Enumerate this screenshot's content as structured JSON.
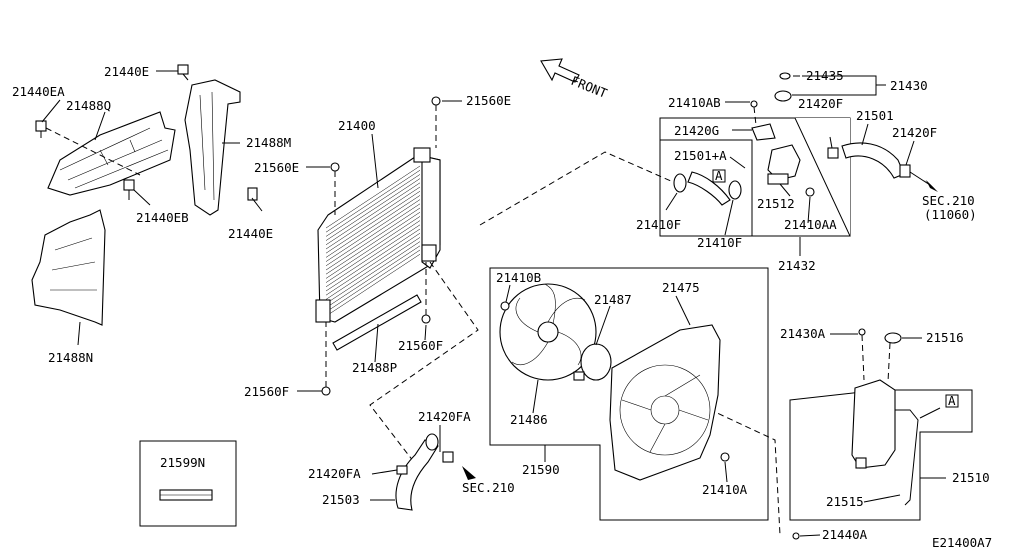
{
  "diagram": {
    "front_label": "FRONT",
    "ref_code": "E21400A7",
    "box_marker": "A",
    "labels": {
      "p21440EA": "21440EA",
      "p21488Q": "21488Q",
      "p21440E_top": "21440E",
      "p21488M": "21488M",
      "p21440EB": "21440EB",
      "p21440E_bottom": "21440E",
      "p21488N": "21488N",
      "p21400": "21400",
      "p21560E_top": "21560E",
      "p21560E_left": "21560E",
      "p21560F_mid": "21560F",
      "p21488P": "21488P",
      "p21560F_low": "21560F",
      "p21435": "21435",
      "p21430": "21430",
      "p21410AB": "21410AB",
      "p21420F_a": "21420F",
      "p21501": "21501",
      "p21420F_b": "21420F",
      "p21420G": "21420G",
      "p21501A": "21501+A",
      "p21410F_a": "21410F",
      "p21512": "21512",
      "p21410F_b": "21410F",
      "p21410AA": "21410AA",
      "sec210_11060_a": "SEC.210",
      "sec210_11060_b": "(11060)",
      "p21432": "21432",
      "p21410B": "21410B",
      "p21487": "21487",
      "p21475": "21475",
      "p21486": "21486",
      "p21590": "21590",
      "p21410A": "21410A",
      "p21430A": "21430A",
      "p21516": "21516",
      "p21510": "21510",
      "p21515": "21515",
      "p21440A": "21440A",
      "p21599N": "21599N",
      "p21420FA_a": "21420FA",
      "p21420FA_b": "21420FA",
      "sec210": "SEC.210",
      "p21503": "21503"
    }
  }
}
